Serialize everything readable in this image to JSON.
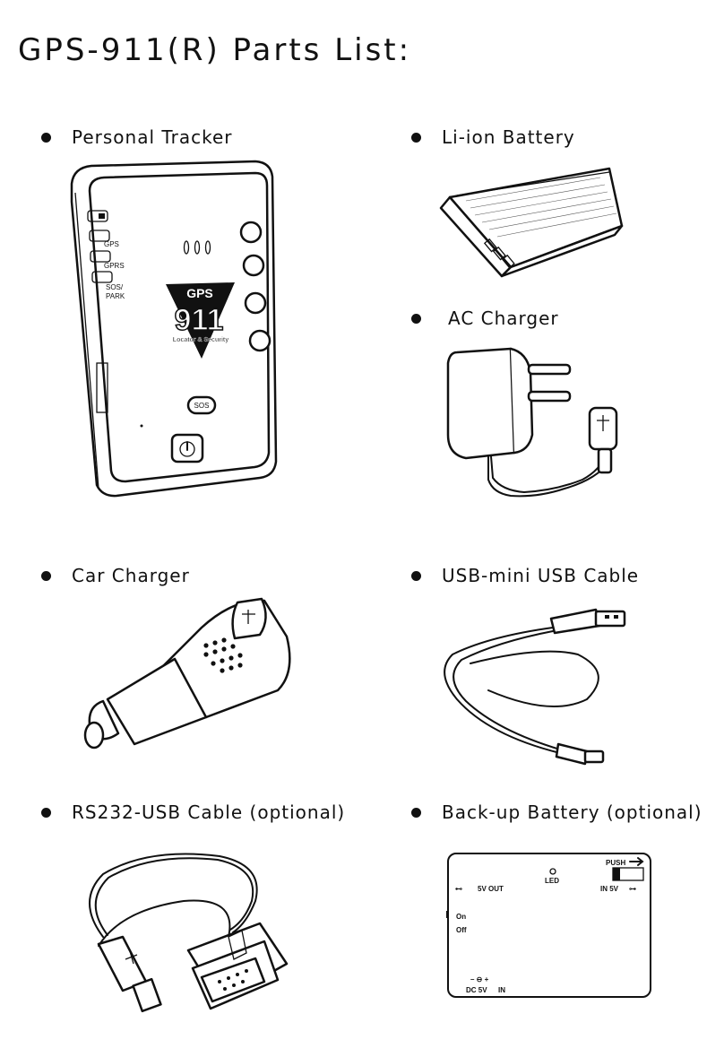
{
  "title": "GPS-911(R) Parts List:",
  "items": [
    {
      "label": "Personal Tracker"
    },
    {
      "label": "Li-ion Battery"
    },
    {
      "label": "AC Charger"
    },
    {
      "label": "Car Charger"
    },
    {
      "label": "USB-mini USB Cable"
    },
    {
      "label": "RS232-USB Cable (optional)"
    },
    {
      "label": "Back-up Battery (optional)"
    }
  ],
  "tracker": {
    "side_labels": [
      "GPS",
      "GPRS",
      "SOS/",
      "PARK"
    ],
    "logo_top": "GPS",
    "logo_number": "911",
    "logo_sub": "Locator & Security",
    "sos_button": "SOS"
  },
  "backup_battery": {
    "push": "PUSH",
    "led": "LED",
    "out": "5V OUT",
    "in": "IN 5V",
    "on": "On",
    "off": "Off",
    "dc": "DC 5V",
    "dc_in": "IN"
  }
}
